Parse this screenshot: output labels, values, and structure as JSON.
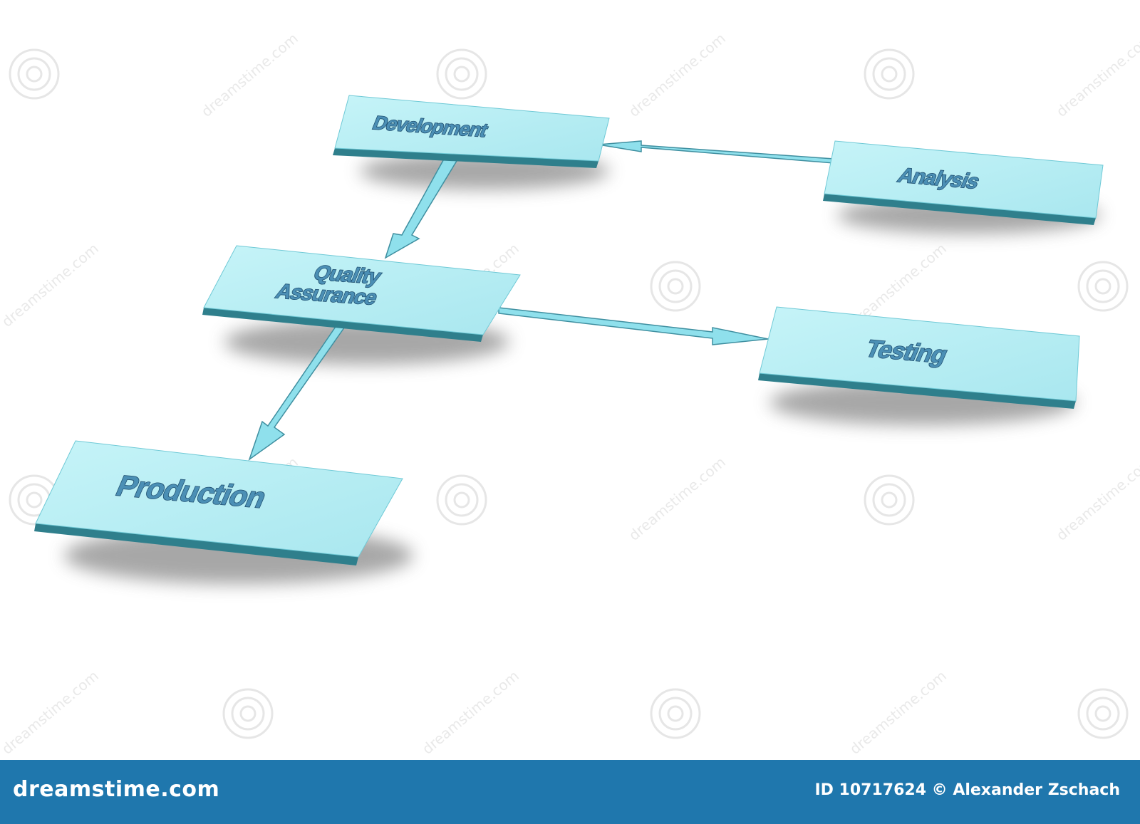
{
  "diagram": {
    "nodes": {
      "development": "Development",
      "analysis": "Analysis",
      "qa_line1": "Quality",
      "qa_line2": "Assurance",
      "testing": "Testing",
      "production": "Production"
    },
    "edges": [
      {
        "from": "Analysis",
        "to": "Development"
      },
      {
        "from": "Development",
        "to": "Quality Assurance"
      },
      {
        "from": "Quality Assurance",
        "to": "Testing"
      },
      {
        "from": "Quality Assurance",
        "to": "Production"
      }
    ],
    "colors": {
      "box_face": "#b8eef4",
      "box_edge": "#3a7f8f",
      "arrow": "#8fe0ec",
      "text_fill": "#4b8fb5",
      "text_stroke": "#1f4f70"
    }
  },
  "watermark": {
    "text": "dreamstime.com"
  },
  "footer": {
    "brand": "dreamstime.com",
    "credit": "ID 10717624 © Alexander Zschach",
    "background": "#1f77ad"
  }
}
